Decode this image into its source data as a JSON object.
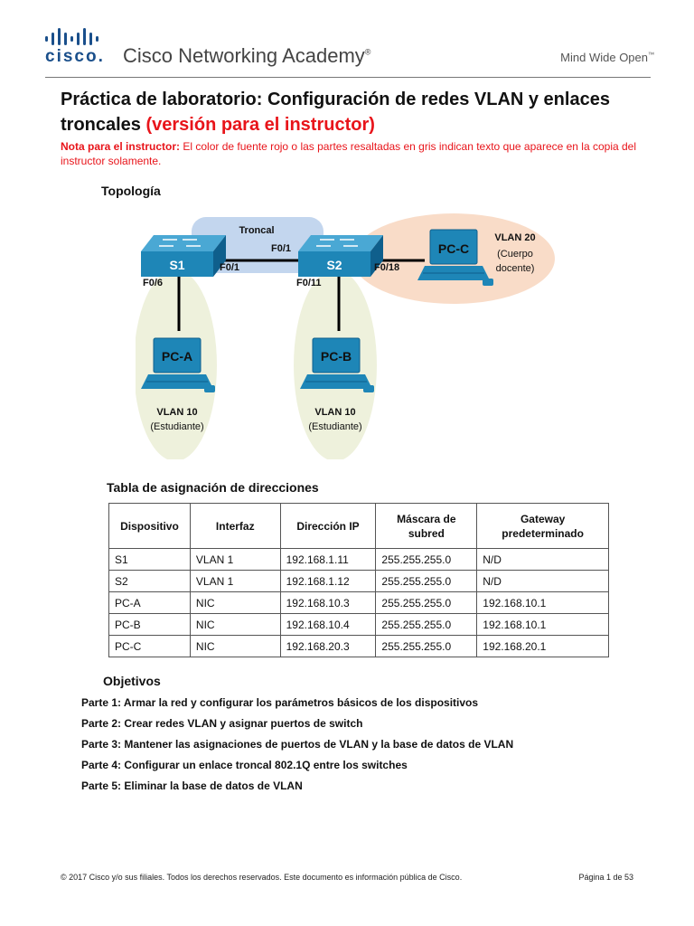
{
  "header": {
    "brand": "cisco",
    "brand_dot": ".",
    "academy": "Cisco Networking Academy",
    "academy_mark": "®",
    "tagline": "Mind Wide Open",
    "tagline_mark": "™",
    "brand_color": "#1a4f8b"
  },
  "title": {
    "main": "Práctica de laboratorio: Configuración de redes VLAN y enlaces troncales ",
    "version": "(versión para el instructor)",
    "accent_color": "#e8141a"
  },
  "note": {
    "label": "Nota para el instructor:",
    "text": " El color de fuente rojo o las partes resaltadas en gris indican texto que aparece en la copia del instructor solamente."
  },
  "topology": {
    "heading": "Topología",
    "trunk_label": "Troncal",
    "switches": [
      {
        "name": "S1"
      },
      {
        "name": "S2"
      }
    ],
    "ports": {
      "s1_f06": "F0/6",
      "s1_f01": "F0/1",
      "s2_f01": "F0/1",
      "s2_f011": "F0/11",
      "s2_f018": "F0/18"
    },
    "pcs": [
      {
        "name": "PC-A",
        "vlan": "VLAN 10",
        "group": "(Estudiante)"
      },
      {
        "name": "PC-B",
        "vlan": "VLAN 10",
        "group": "(Estudiante)"
      },
      {
        "name": "PC-C",
        "vlan": "VLAN 20",
        "group_line1": "(Cuerpo",
        "group_line2": "docente)"
      }
    ],
    "colors": {
      "switch": "#1e86b7",
      "trunk_zone": "#c3d6ee",
      "student_zone": "#eef1dc",
      "faculty_zone": "#f9dcc8"
    }
  },
  "address_table": {
    "heading": "Tabla de asignación de direcciones",
    "headers": [
      "Dispositivo",
      "Interfaz",
      "Dirección IP",
      {
        "line1": "Máscara de",
        "line2": "subred"
      },
      {
        "line1": "Gateway",
        "line2": "predeterminado"
      }
    ],
    "rows": [
      [
        "S1",
        "VLAN 1",
        "192.168.1.11",
        "255.255.255.0",
        "N/D"
      ],
      [
        "S2",
        "VLAN 1",
        "192.168.1.12",
        "255.255.255.0",
        "N/D"
      ],
      [
        "PC-A",
        "NIC",
        "192.168.10.3",
        "255.255.255.0",
        "192.168.10.1"
      ],
      [
        "PC-B",
        "NIC",
        "192.168.10.4",
        "255.255.255.0",
        "192.168.10.1"
      ],
      [
        "PC-C",
        "NIC",
        "192.168.20.3",
        "255.255.255.0",
        "192.168.20.1"
      ]
    ]
  },
  "objectives": {
    "heading": "Objetivos",
    "items": [
      "Parte 1: Armar la red y configurar los parámetros básicos de los dispositivos",
      "Parte 2: Crear redes VLAN y asignar puertos de switch",
      "Parte 3: Mantener las asignaciones de puertos de VLAN y la base de datos de VLAN",
      "Parte 4: Configurar un enlace troncal 802.1Q entre los switches",
      "Parte 5: Eliminar la base de datos de VLAN"
    ]
  },
  "footer": {
    "copyright": "© 2017 Cisco y/o sus filiales. Todos los derechos reservados. Este documento es información pública de Cisco.",
    "page": "Página 1 de 53"
  }
}
